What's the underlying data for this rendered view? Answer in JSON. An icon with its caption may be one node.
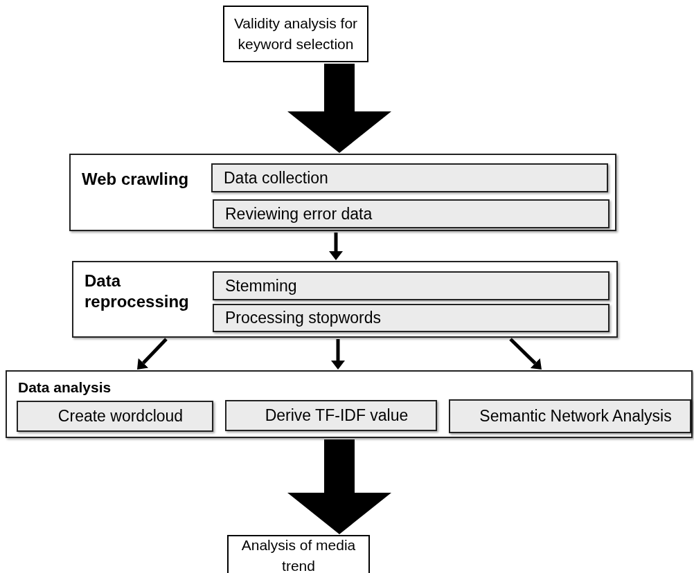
{
  "diagram": {
    "nodes": [
      {
        "text": [
          "Validity analysis for keyword selection"
        ]
      },
      {
        "text": [
          "Web crawling"
        ]
      },
      {
        "text": [
          "Data collection"
        ],
        "in": 1
      },
      {
        "text": [
          "Reviewing error data"
        ],
        "in": 1
      },
      {
        "text": [
          "Data reprocessing"
        ]
      },
      {
        "text": [
          "Stemming"
        ],
        "in": 4
      },
      {
        "text": [
          "Processing stopwords"
        ],
        "in": 4
      },
      {
        "text": [
          "Data analysis"
        ]
      },
      {
        "text": [
          "Create wordcloud"
        ],
        "in": 7
      },
      {
        "text": [
          "Derive TF-IDF value"
        ],
        "in": 7
      },
      {
        "text": [
          "Semantic Network Analysis"
        ],
        "in": 7
      },
      {
        "text": [
          "Analysis of media trend"
        ]
      }
    ],
    "edges": [
      {
        "from": 0,
        "to": 1,
        "arrow": "to",
        "style": "thick"
      },
      {
        "from": 1,
        "to": 4,
        "arrow": "to"
      },
      {
        "from": 4,
        "to": 7,
        "arrow": "to"
      },
      {
        "from": 4,
        "to": 7,
        "arrow": "to"
      },
      {
        "from": 4,
        "to": 7,
        "arrow": "to"
      },
      {
        "from": 7,
        "to": 11,
        "arrow": "to",
        "style": "thick"
      }
    ]
  }
}
